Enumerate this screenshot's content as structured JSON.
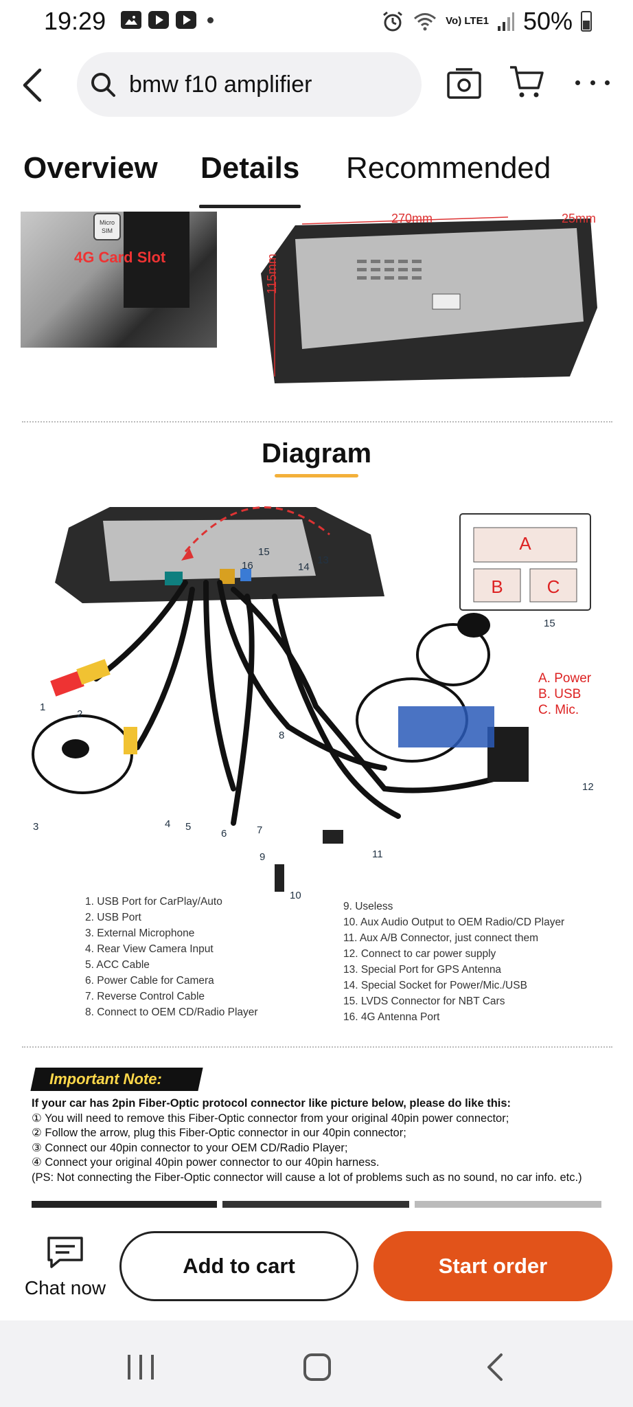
{
  "status_bar": {
    "time": "19:29",
    "network": "Vo) LTE1",
    "battery": "50%"
  },
  "header": {
    "search_query": "bmw f10 amplifier"
  },
  "tabs": [
    {
      "label": "Overview"
    },
    {
      "label": "Details"
    },
    {
      "label": "Recommended"
    }
  ],
  "details": {
    "card_slot_label": "4G Card Slot",
    "micro_sim_label": "Micro SIM",
    "dimensions": {
      "width": "270mm",
      "depth": "25mm",
      "height": "115mm"
    },
    "diagram_title": "Diagram",
    "abc_legend": [
      "A. Power",
      "B. USB",
      "C. Mic."
    ],
    "connector_labels": [
      "A",
      "B",
      "C"
    ],
    "port_numbers": [
      "1",
      "2",
      "3",
      "4",
      "5",
      "6",
      "7",
      "8",
      "9",
      "10",
      "11",
      "12",
      "13",
      "14",
      "15",
      "16"
    ],
    "legend_left": [
      "1. USB Port for CarPlay/Auto",
      "2. USB Port",
      "3. External Microphone",
      "4. Rear View Camera Input",
      "5. ACC Cable",
      "6. Power Cable for Camera",
      "7. Reverse Control Cable",
      "8. Connect to OEM CD/Radio Player"
    ],
    "legend_right": [
      "9. Useless",
      "10. Aux Audio Output to OEM Radio/CD Player",
      "11. Aux A/B Connector, just connect them",
      "12. Connect to car power supply",
      "13. Special Port for GPS Antenna",
      "14. Special Socket for Power/Mic./USB",
      "15. LVDS Connector for NBT Cars",
      "16. 4G Antenna Port"
    ],
    "important_note_title": "Important Note:",
    "important_note_lines": [
      "If your car has 2pin Fiber-Optic protocol connector like picture below, please do like this:",
      "① You will need to remove this Fiber-Optic connector from your original 40pin power connector;",
      "② Follow the arrow, plug this Fiber-Optic connector in our 40pin connector;",
      "③ Connect our 40pin connector to your OEM CD/Radio Player;",
      "④ Connect your original 40pin power connector to our 40pin harness.",
      "(PS: Not connecting the Fiber-Optic connector will cause a lot of problems such as no sound, no car info. etc.)"
    ]
  },
  "action_bar": {
    "chat_label": "Chat now",
    "add_to_cart": "Add to cart",
    "start_order": "Start order"
  },
  "colors": {
    "accent": "#e2531a",
    "annotation_red": "#dd2222",
    "title_underline": "#f3b03a"
  }
}
